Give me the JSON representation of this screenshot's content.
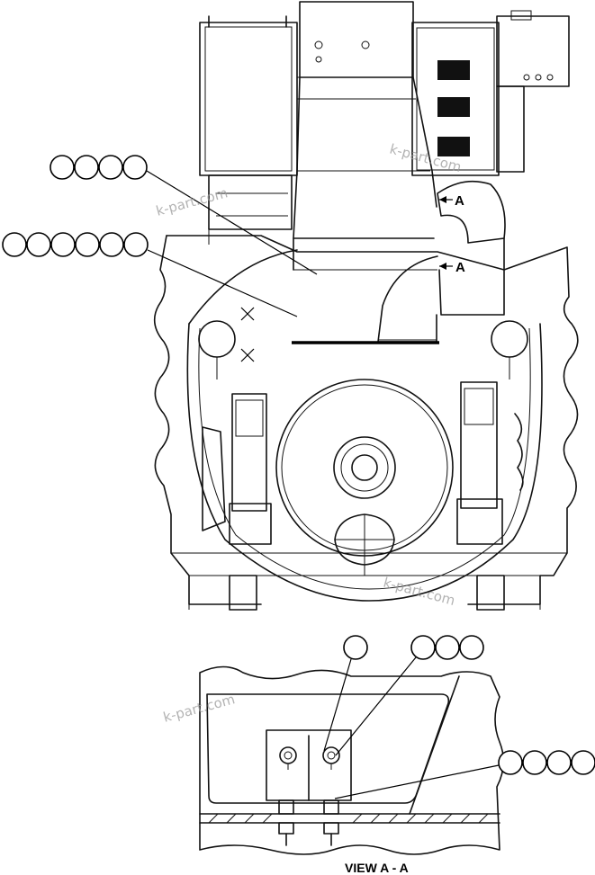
{
  "section_marks": {
    "upper": "A",
    "lower": "A"
  },
  "view_caption": "VIEW A - A",
  "watermarks": [
    "k-part.com",
    "k-part.com",
    "k-part.com",
    "k-part.com"
  ],
  "balloon_groups": {
    "top_left_1": 4,
    "top_left_2": 6,
    "view_single": 1,
    "view_triple": 3,
    "view_right": 4
  }
}
